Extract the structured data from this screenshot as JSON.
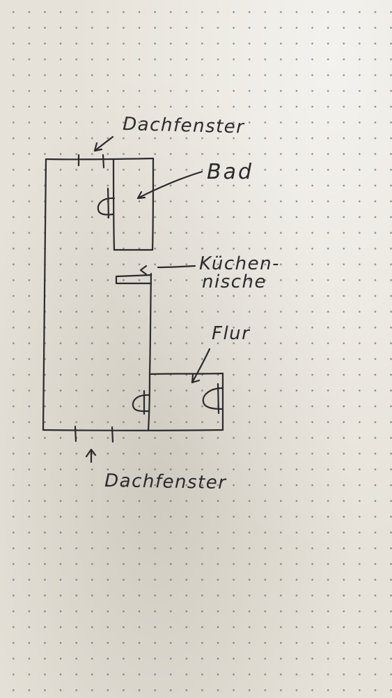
{
  "labels": {
    "top_window": "Dachfenster",
    "bathroom": "Bad",
    "kitchenette_line1": "Küchen-",
    "kitchenette_line2": "nische",
    "hallway": "Flur",
    "bottom_window": "Dachfenster"
  }
}
